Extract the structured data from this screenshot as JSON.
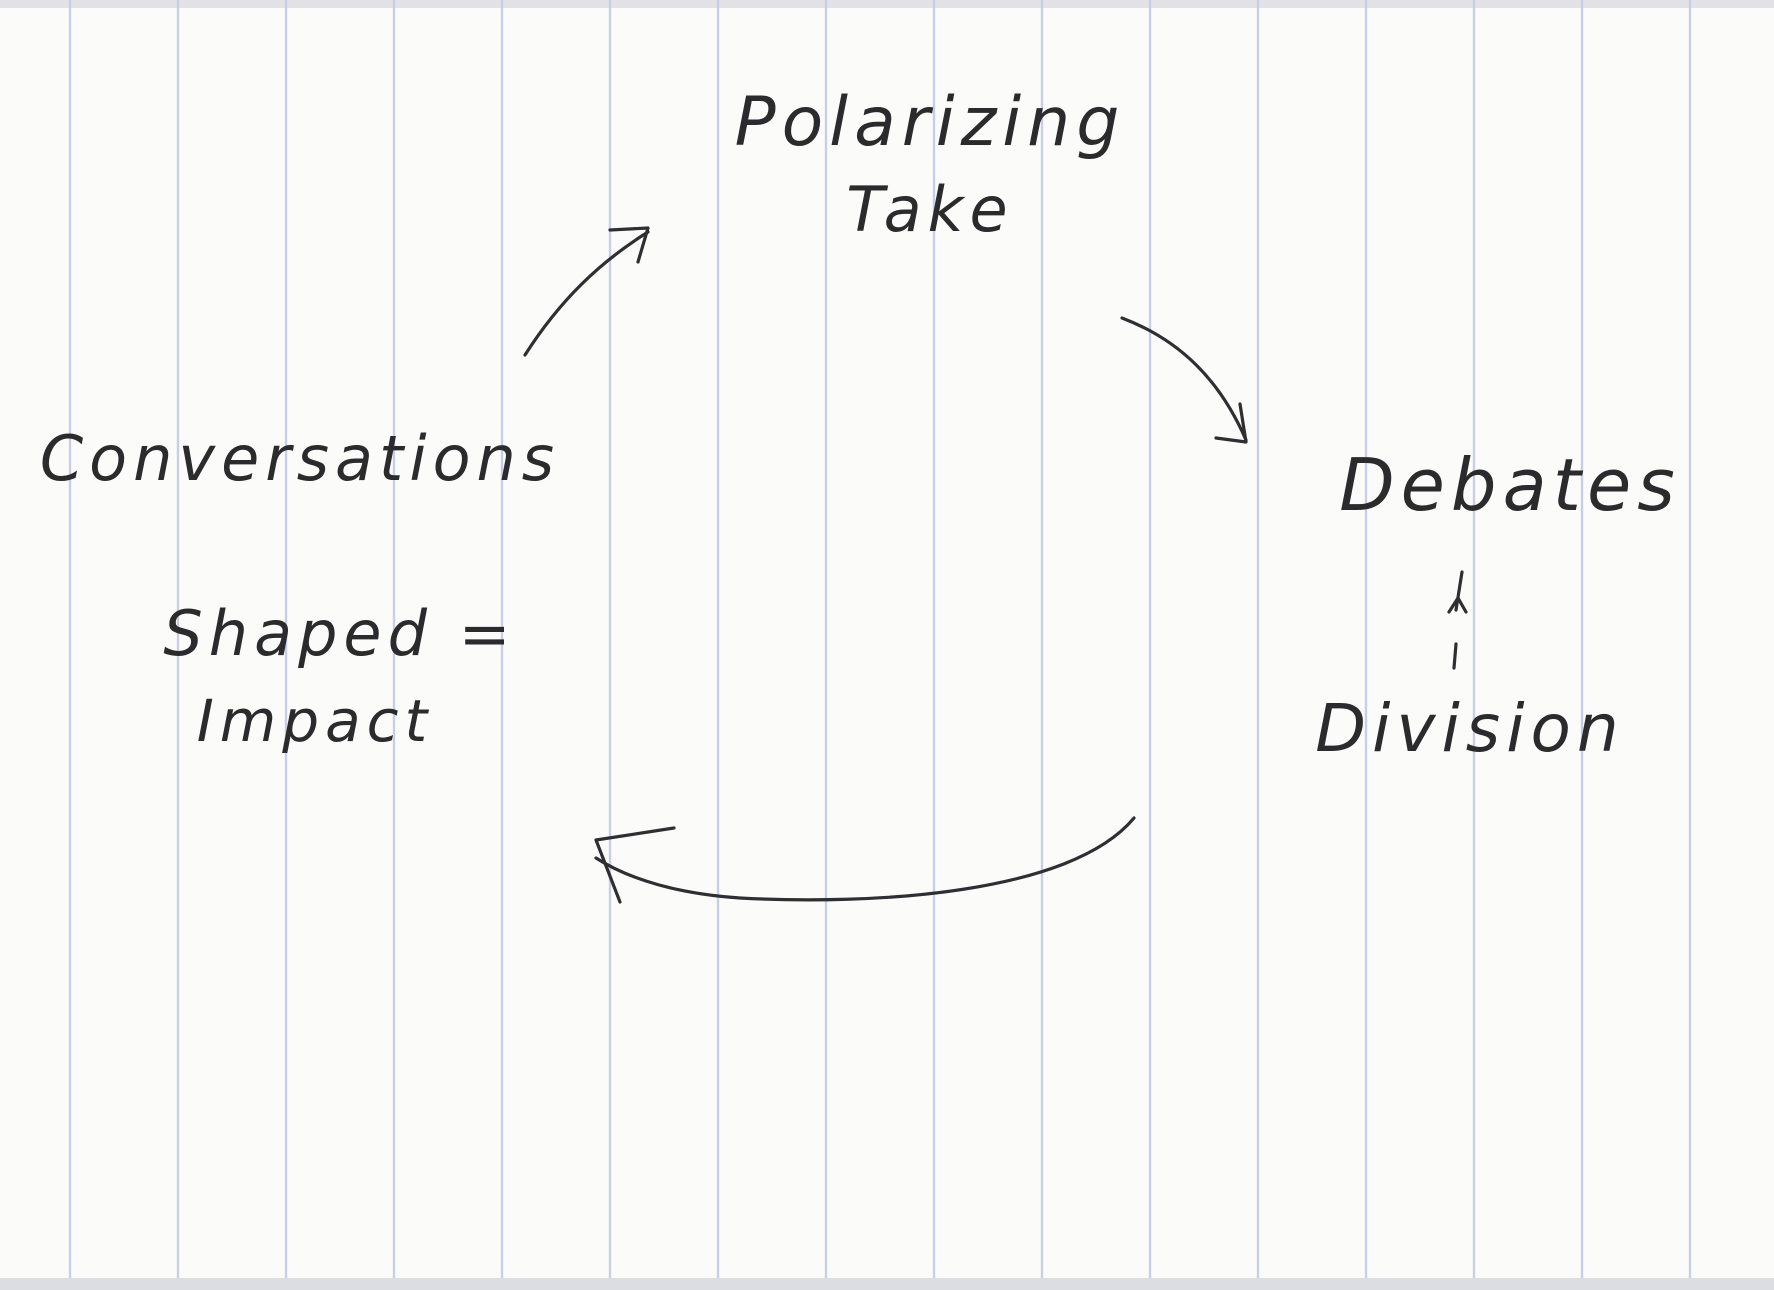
{
  "nodes": {
    "polarizing_take": {
      "line1": "Polarizing",
      "line2": "Take"
    },
    "debates": "Debates",
    "division": "Division",
    "conversations": "Conversations",
    "shaped_impact": {
      "line1": "Shaped =",
      "line2": "Impact"
    }
  },
  "colors": {
    "paper": "#fbfbfa",
    "rule_lines": "#c7cfe6",
    "ink": "#2b2b2e"
  }
}
